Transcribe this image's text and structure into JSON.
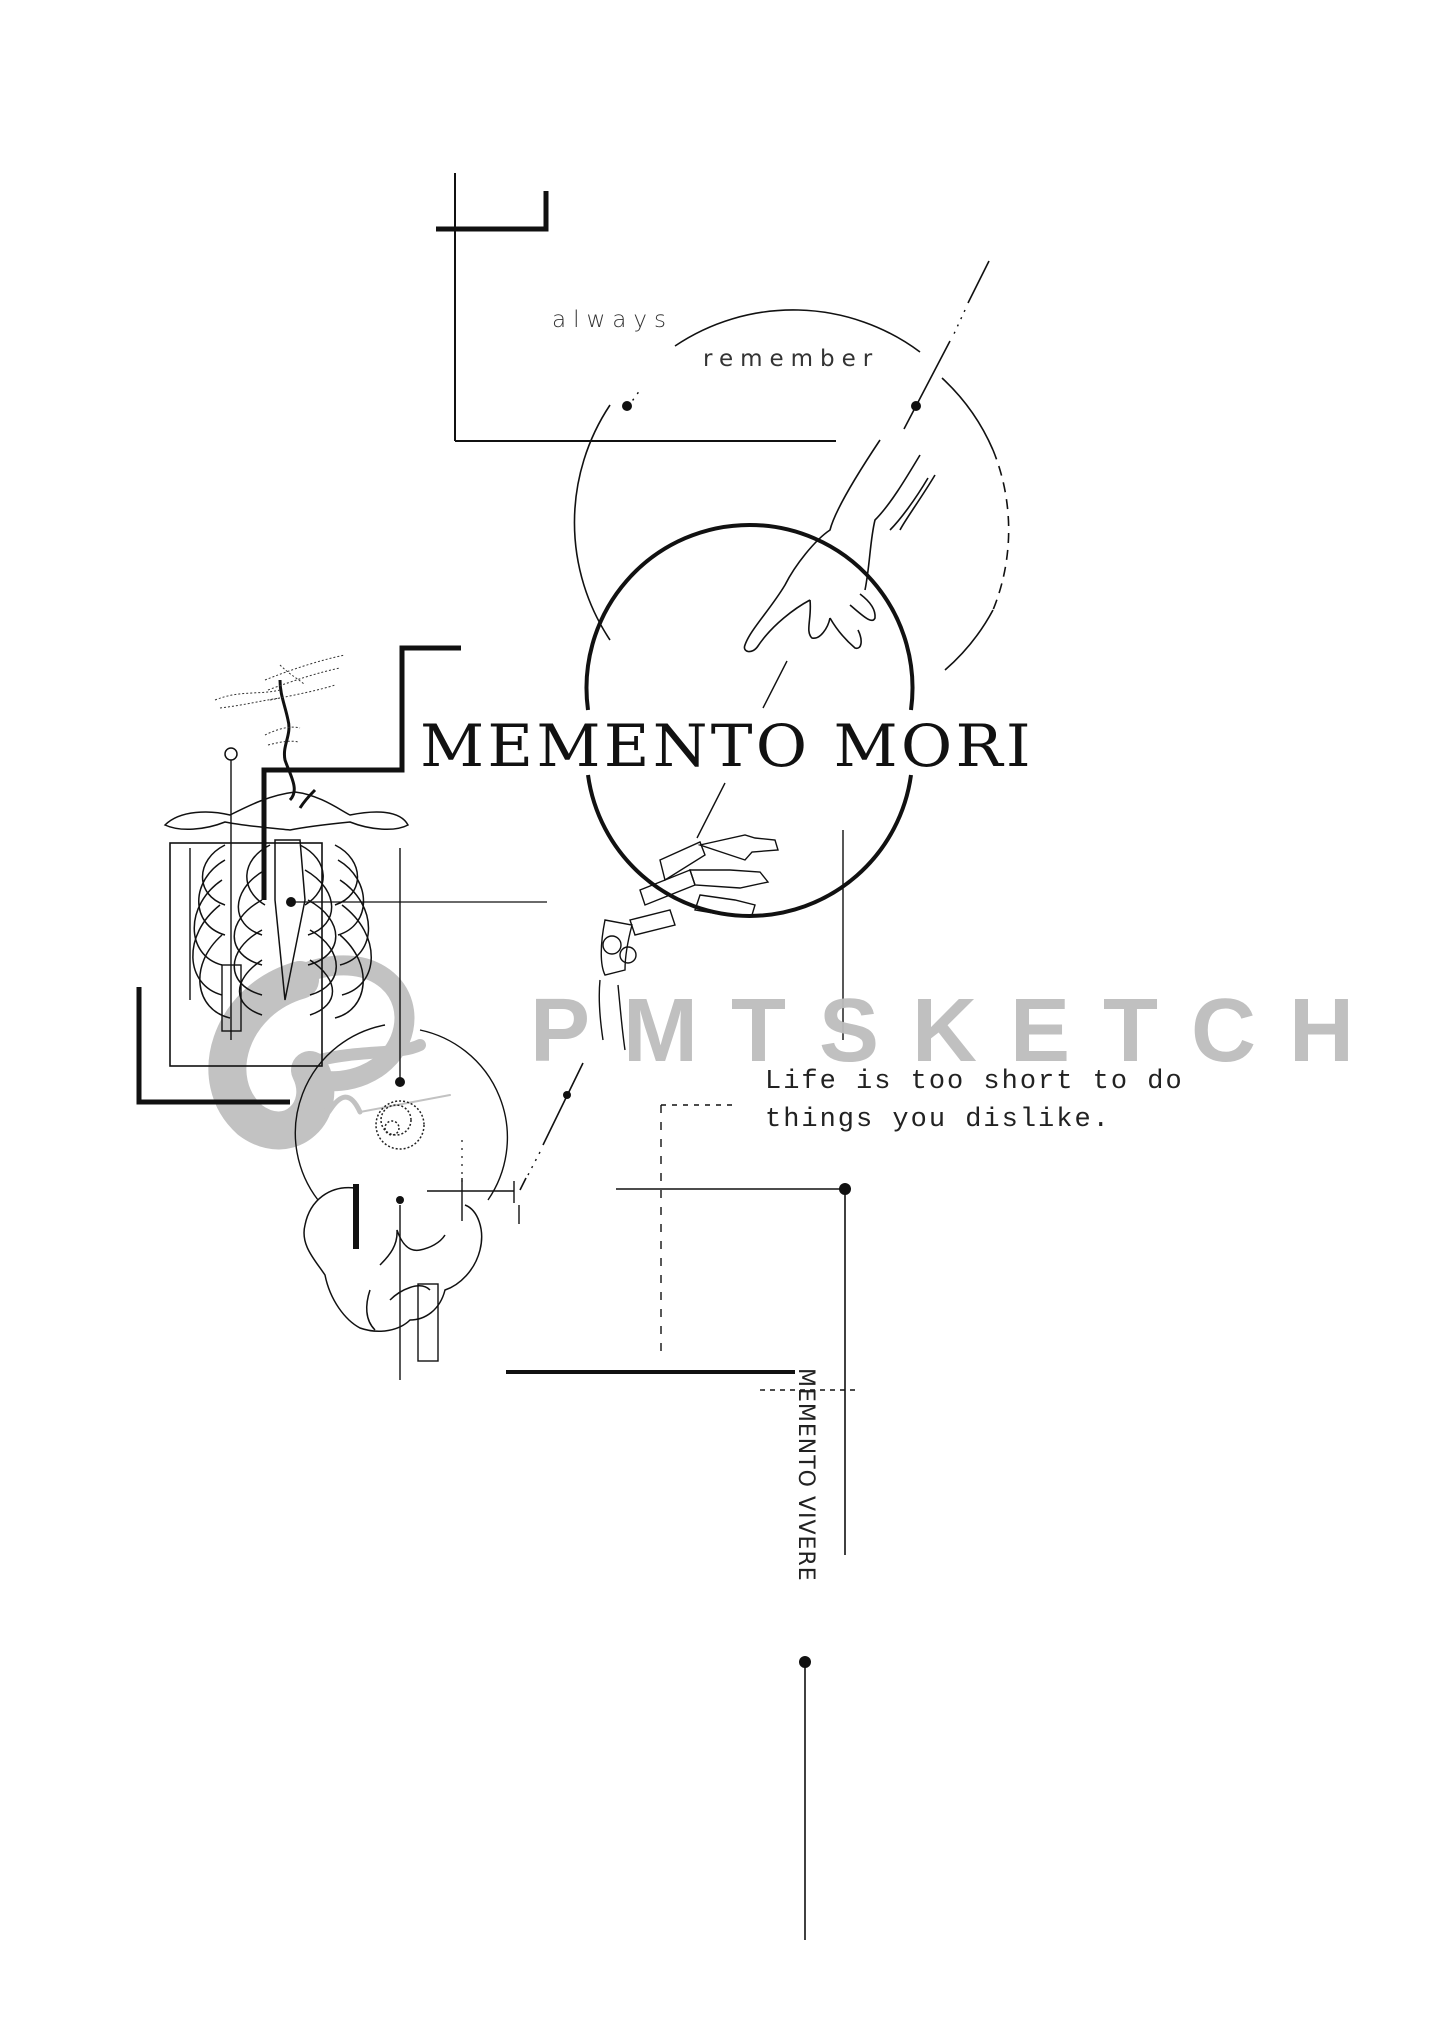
{
  "artwork": {
    "kicker_line1": "always",
    "kicker_line2": "remember",
    "title": "MEMENTO MORI",
    "quote": {
      "line1": "Life is too short to do",
      "line2": "things you dislike."
    },
    "vertical_label": "MEMENTO VIVERE",
    "watermark": "PMTSKETCH"
  },
  "icons": {
    "human_hand": "reaching-hand-illustration",
    "skeleton_hand": "skeleton-hand-illustration",
    "ribcage": "ribcage-with-tree-illustration",
    "pelvis": "pelvis-bone-illustration",
    "moon": "moon-dot-illustration",
    "logo": "watermark-swirl-logo"
  },
  "colors": {
    "ink": "#111111",
    "watermark": "#bdbdbd",
    "background": "#ffffff"
  }
}
